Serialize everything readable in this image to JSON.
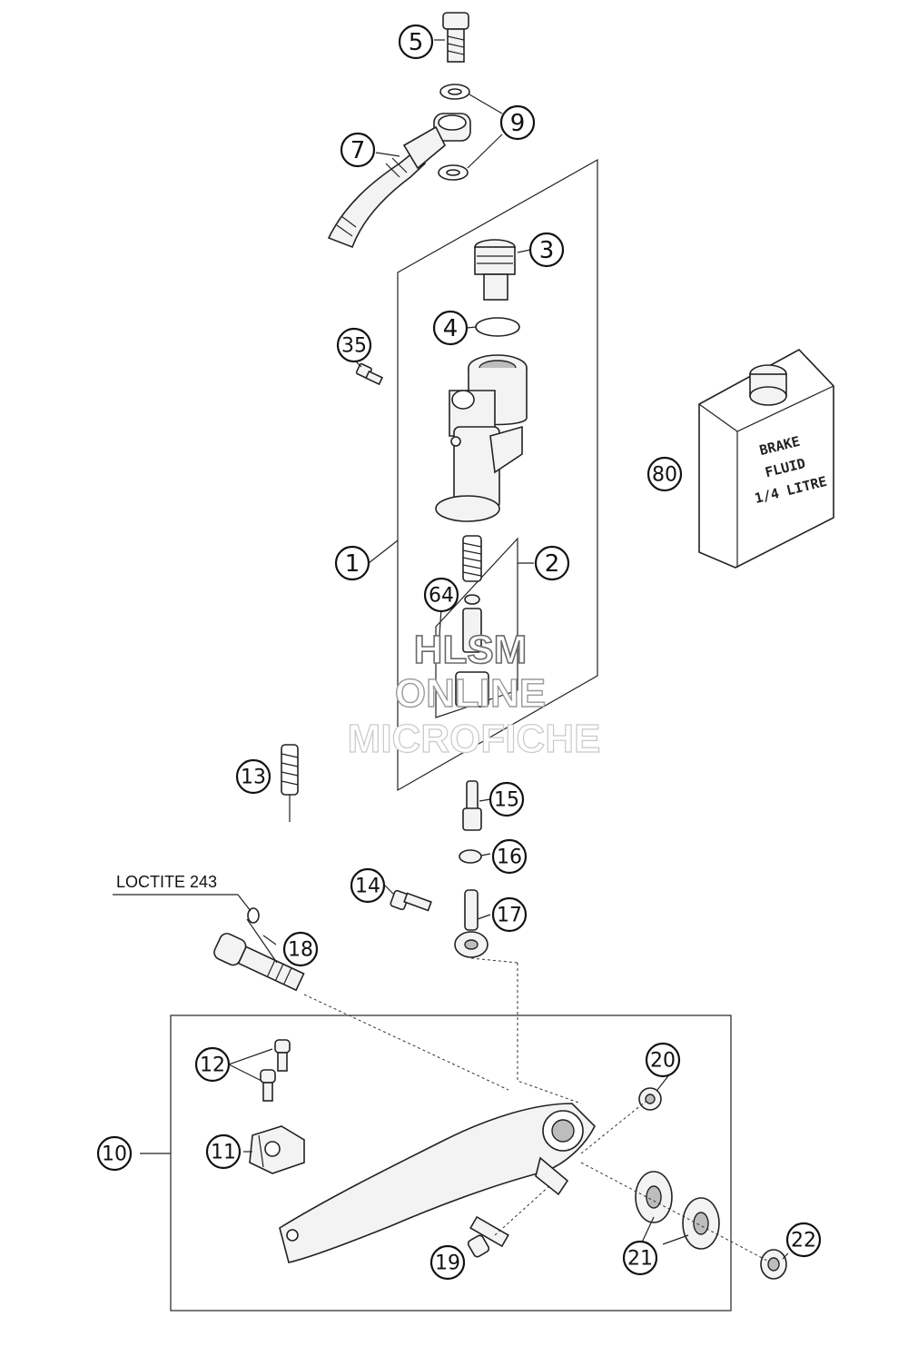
{
  "callouts": {
    "c1": "1",
    "c2": "2",
    "c3": "3",
    "c4": "4",
    "c5": "5",
    "c7": "7",
    "c9": "9",
    "c10": "10",
    "c11": "11",
    "c12": "12",
    "c13": "13",
    "c14": "14",
    "c15": "15",
    "c16": "16",
    "c17": "17",
    "c18": "18",
    "c19": "19",
    "c20": "20",
    "c21": "21",
    "c22": "22",
    "c35": "35",
    "c64": "64",
    "c80": "80"
  },
  "note": "LOCTITE 243",
  "can_label": [
    "BRAKE",
    "FLUID",
    "1/4 LITRE"
  ],
  "watermark": [
    "HLSM",
    "ONLINE",
    "MICROFICHE"
  ]
}
